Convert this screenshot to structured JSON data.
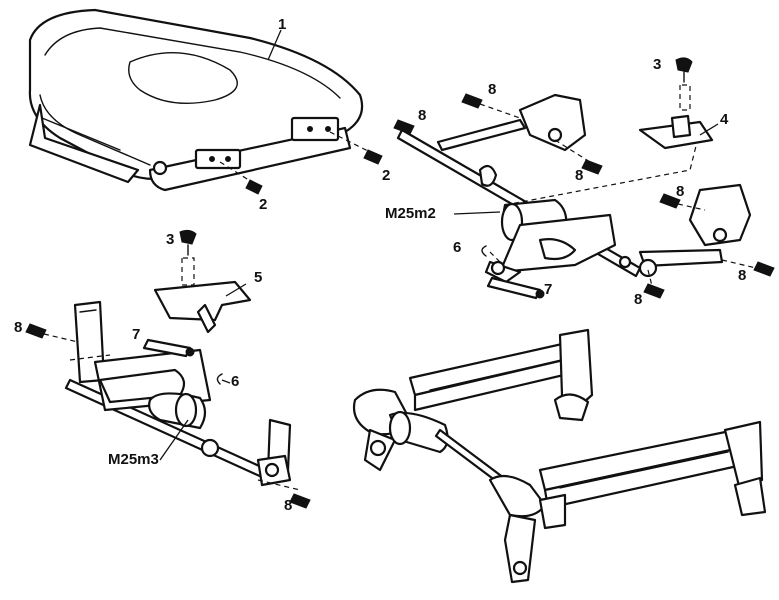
{
  "callouts": {
    "seat_cushion": "1",
    "bolt_2a": "2",
    "bolt_2b": "2",
    "bolt_3a": "3",
    "bolt_3b": "3",
    "bracket_4": "4",
    "bracket_5": "5",
    "clip_6a": "6",
    "clip_6b": "6",
    "pin_7a": "7",
    "pin_7b": "7",
    "bolt_8a": "8",
    "bolt_8b": "8",
    "bolt_8c": "8",
    "bolt_8d": "8",
    "bolt_8e": "8",
    "bolt_8f": "8",
    "bolt_8g": "8",
    "bolt_8h": "8",
    "motor_upper": "M25m2",
    "motor_lower": "M25m3"
  }
}
